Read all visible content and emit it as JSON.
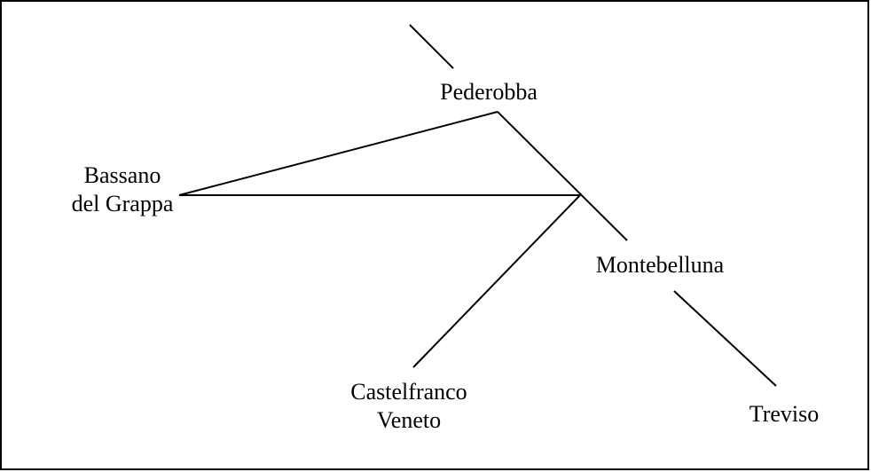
{
  "diagram": {
    "nodes": {
      "pederobba": {
        "lines": [
          "Pederobba"
        ]
      },
      "bassano": {
        "lines": [
          "Bassano",
          "del Grappa"
        ]
      },
      "montebelluna": {
        "lines": [
          "Montebelluna"
        ]
      },
      "castelfranco": {
        "lines": [
          "Castelfranco",
          "Veneto"
        ]
      },
      "treviso": {
        "lines": [
          "Treviso"
        ]
      }
    },
    "colors": {
      "line": "#000000",
      "text": "#000000",
      "background": "#ffffff"
    }
  }
}
